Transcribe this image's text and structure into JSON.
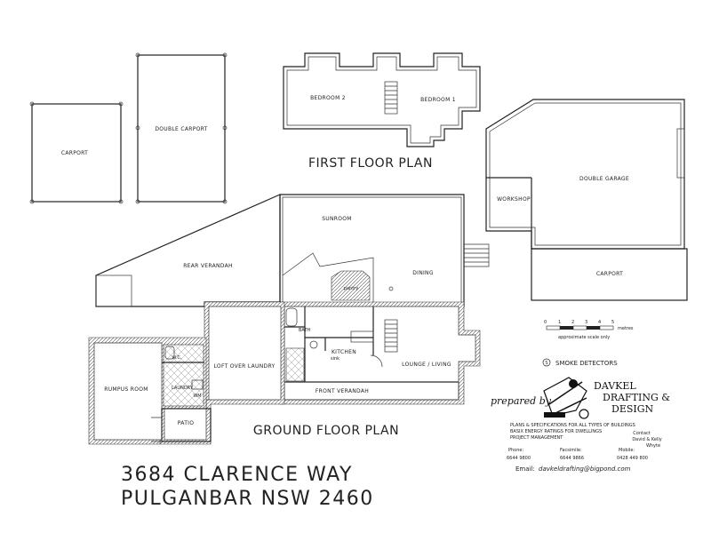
{
  "rooms": {
    "carport_left": "CARPORT",
    "double_carport": "DOUBLE CARPORT",
    "bedroom2": "BEDROOM 2",
    "bedroom1": "BEDROOM 1",
    "double_garage": "DOUBLE GARAGE",
    "workshop": "WORKSHOP",
    "carport_right": "CARPORT",
    "sunroom": "SUNROOM",
    "rear_verandah": "REAR VERANDAH",
    "pantry": "pantry",
    "dining": "DINING",
    "bath": "BATH",
    "kitchen": "KITCHEN",
    "sink": "sink",
    "wc": "W.C.",
    "loft": "LOFT OVER LAUNDRY",
    "lounge": "LOUNGE / LIVING",
    "rumpus": "RUMPUS ROOM",
    "laundry": "LAUNDRY",
    "wm": "WM",
    "front_verandah": "FRONT VERANDAH",
    "patio": "PATIO"
  },
  "headings": {
    "first_floor": "FIRST FLOOR PLAN",
    "ground_floor": "GROUND FLOOR PLAN"
  },
  "scale": {
    "ticks": [
      "0",
      "1",
      "2",
      "3",
      "4",
      "5"
    ],
    "unit": "metres",
    "caption": "approximate scale only"
  },
  "legend": {
    "symbol": "S",
    "label": "SMOKE DETECTORS"
  },
  "company": {
    "prepared_by": "prepared by",
    "name_line1": "DAVKEL",
    "name_line2": "DRAFTING &",
    "name_line3": "DESIGN",
    "services": [
      "PLANS & SPECIFICATIONS FOR ALL TYPES OF BUILDINGS",
      "BASIX ENERGY RATINGS FOR DWELLINGS",
      "PROJECT MANAGEMENT"
    ],
    "contact_label": "Contact",
    "contact_names": "David & Kelly",
    "contact_surname": "Whyte",
    "phone_label": "Phone:",
    "phone": "6644 9800",
    "fax_label": "Facsimile:",
    "fax": "6644 9866",
    "mobile_label": "Mobile:",
    "mobile": "0428 449 800",
    "email_label": "Email:",
    "email": "davkeldrafting@bigpond.com"
  },
  "address": {
    "line1": "3684 CLARENCE WAY",
    "line2": "PULGANBAR NSW 2460"
  },
  "colors": {
    "line": "#222222",
    "background": "#ffffff"
  }
}
